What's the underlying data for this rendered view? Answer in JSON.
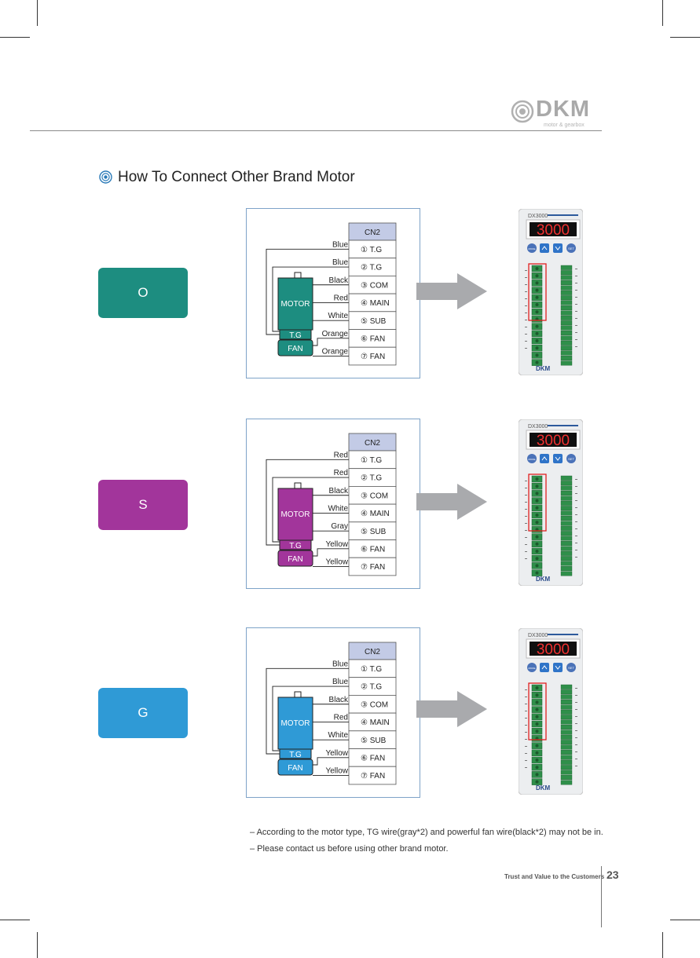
{
  "brand": {
    "name": "DKM",
    "tagline": "motor & gearbox"
  },
  "section": {
    "title": "How To Connect Other Brand Motor"
  },
  "connector": {
    "header": "CN2",
    "pins": [
      "① T.G",
      "② T.G",
      "③ COM",
      "④ MAIN",
      "⑤ SUB",
      "⑥ FAN",
      "⑦ FAN"
    ]
  },
  "motor": {
    "body_label": "MOTOR",
    "tg_label": "T.G",
    "fan_label": "FAN"
  },
  "controller": {
    "model": "DX3000",
    "display": "3000",
    "mode_label": "MODE",
    "set_label": "SET"
  },
  "diagrams": [
    {
      "brand": "O",
      "color": "#1d8d80",
      "wires": [
        "Blue",
        "Blue",
        "Black",
        "Red",
        "White",
        "Orange",
        "Orange"
      ]
    },
    {
      "brand": "S",
      "color": "#a2359b",
      "wires": [
        "Red",
        "Red",
        "Black",
        "White",
        "Gray",
        "Yellow",
        "Yellow"
      ]
    },
    {
      "brand": "G",
      "color": "#2f9ad6",
      "wires": [
        "Blue",
        "Blue",
        "Black",
        "Red",
        "White",
        "Yellow",
        "Yellow"
      ]
    }
  ],
  "notes": [
    "– According to the motor type, TG wire(gray*2) and powerful fan wire(black*2) may not be in.",
    "– Please contact us before using other brand motor."
  ],
  "footer": {
    "text": "Trust and Value to the Customers",
    "page": "23"
  },
  "icons": {
    "logo": "dkm-ring-logo-icon",
    "title": "target-bullet-icon",
    "arrow": "right-arrow-icon"
  }
}
